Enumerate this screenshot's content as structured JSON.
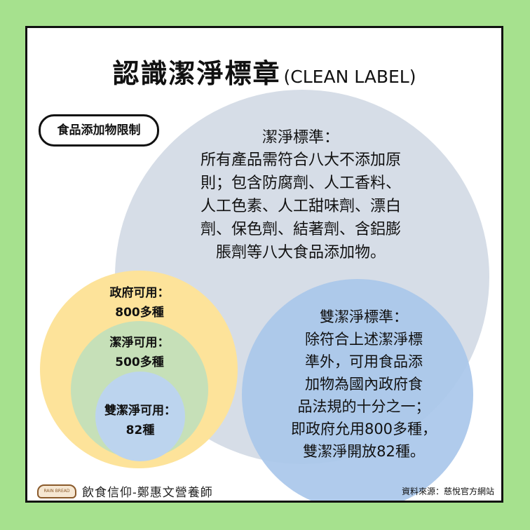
{
  "title": {
    "main": "認識潔淨標章",
    "sub": "(CLEAN LABEL)"
  },
  "bubble": {
    "label": "食品添加物限制"
  },
  "clean_standard": {
    "heading": "潔淨標準：",
    "lines": [
      "所有產品需符合八大不添加原",
      "則；包含防腐劑、人工香料、",
      "人工色素、人工甜味劑、漂白",
      "劑、保色劑、結著劑、含鋁膨",
      "脹劑等八大食品添加物。"
    ]
  },
  "circles": {
    "gov": {
      "label": "政府可用：",
      "value": "800多種"
    },
    "clean": {
      "label": "潔淨可用：",
      "value": "500多種"
    },
    "double": {
      "label": "雙潔淨可用：",
      "value": "82種"
    }
  },
  "double_standard": {
    "heading": "雙潔淨標準：",
    "lines": [
      "除符合上述潔淨標",
      "準外，可用食品添",
      "加物為國內政府食",
      "品法規的十分之一；",
      "即政府允用800多種，",
      "雙潔淨開放82種。"
    ]
  },
  "footer": {
    "logo_text": "RAIN BREAD",
    "author": "飲食信仰-鄭惠文營養師",
    "source": "資料來源：慈悅官方網站"
  },
  "colors": {
    "background": "#a6e18e",
    "big_circle": "#d6dde7",
    "yellow_circle": "#fde39a",
    "green_circle": "#c6e0b8",
    "blue_circle": "#a9c7ea"
  }
}
